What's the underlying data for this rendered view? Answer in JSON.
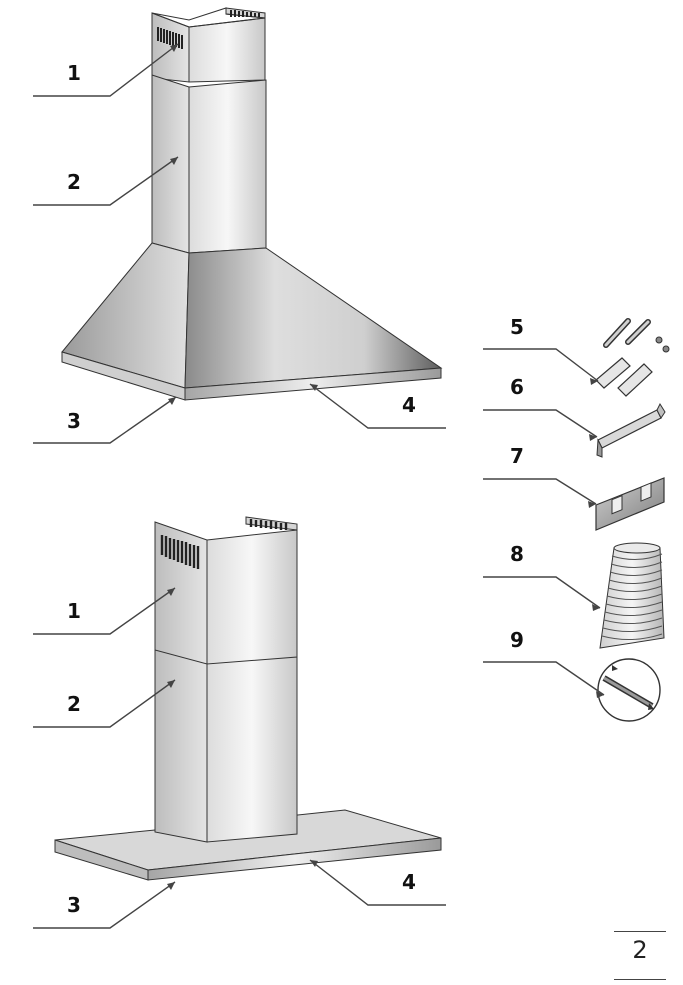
{
  "callouts": {
    "top": [
      "1",
      "2",
      "3",
      "4"
    ],
    "accessories": [
      "5",
      "6",
      "7",
      "8",
      "9"
    ],
    "bottom": [
      "1",
      "2",
      "3",
      "4"
    ]
  },
  "page_number": "2",
  "colors": {
    "steel_light": "#f2f2f2",
    "steel_dark": "#7a7a7a",
    "outline": "#333333"
  }
}
